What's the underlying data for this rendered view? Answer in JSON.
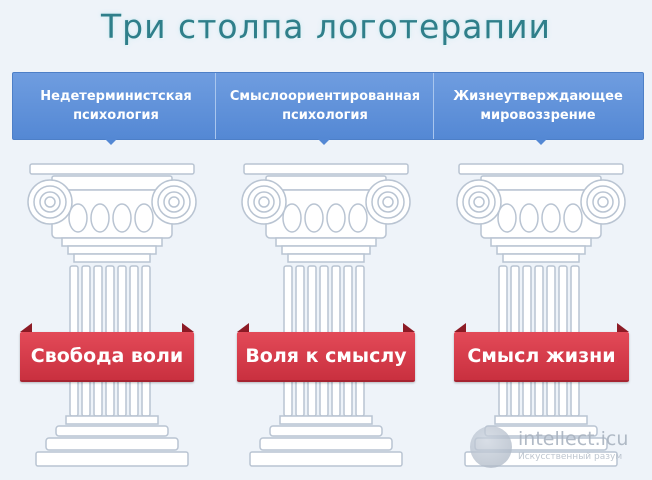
{
  "title": "Три столпа логотерапии",
  "pillars": [
    {
      "header": "Недетерминистская психология",
      "label": "Свобода воли"
    },
    {
      "header": "Смыслоориентированная психология",
      "label": "Воля к смыслу"
    },
    {
      "header": "Жизнеутверждающее мировоззрение",
      "label": "Смысл жизни"
    }
  ],
  "watermark": {
    "name": "intellect.icu",
    "subtitle": "Искусственный разум"
  },
  "colors": {
    "title": "#2f7f8a",
    "banner": "#5488d4",
    "label_red": "#d63a48",
    "pillar_fill": "#ffffff",
    "pillar_stroke": "#b9c4d2",
    "background": "#eef3f9"
  }
}
